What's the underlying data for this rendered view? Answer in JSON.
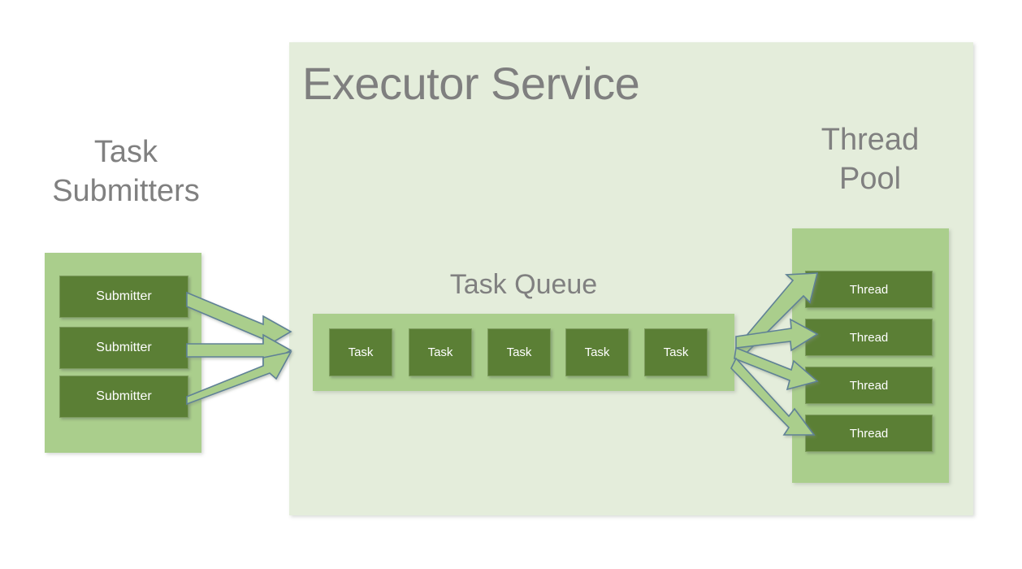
{
  "diagram": {
    "title": "Executor Service",
    "background_color": "#ffffff",
    "panel_color": "#e4eddb",
    "group_color": "#aace8c",
    "item_color": "#5b7f35",
    "title_color": "#7f7f7f",
    "item_text_color": "#ffffff",
    "arrow_fill_color": "#aace8c",
    "arrow_stroke_color": "#5f8196"
  },
  "submitters": {
    "title_line1": "Task",
    "title_line2": "Submitters",
    "items": [
      {
        "label": "Submitter"
      },
      {
        "label": "Submitter"
      },
      {
        "label": "Submitter"
      }
    ]
  },
  "queue": {
    "title": "Task Queue",
    "items": [
      {
        "label": "Task"
      },
      {
        "label": "Task"
      },
      {
        "label": "Task"
      },
      {
        "label": "Task"
      },
      {
        "label": "Task"
      }
    ]
  },
  "thread_pool": {
    "title_line1": "Thread",
    "title_line2": "Pool",
    "items": [
      {
        "label": "Thread"
      },
      {
        "label": "Thread"
      },
      {
        "label": "Thread"
      },
      {
        "label": "Thread"
      }
    ]
  },
  "connections": {
    "submitters_to_queue_count": 3,
    "queue_to_threads_count": 4,
    "direction": "left-to-right"
  }
}
